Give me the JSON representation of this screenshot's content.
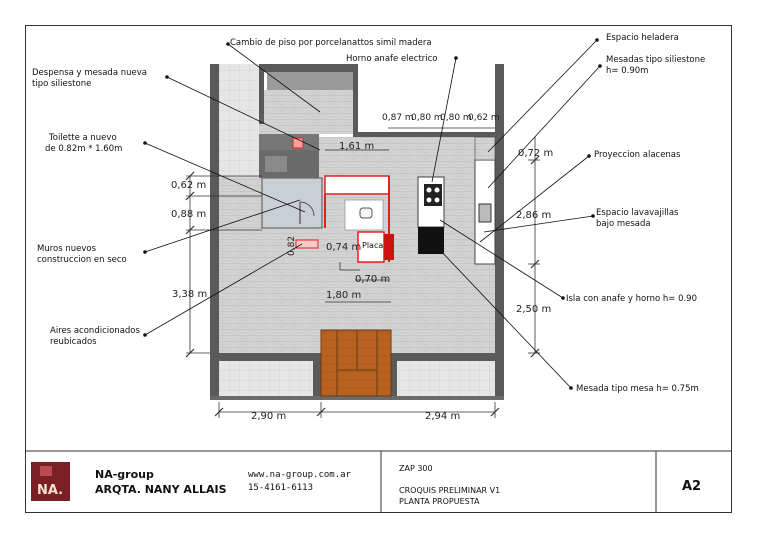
{
  "annotations": {
    "cambio_piso": "Cambio de piso por porcelanattos simil madera",
    "horno": "Horno anafe electrico",
    "despensa_l1": "Despensa y mesada nueva",
    "despensa_l2": "tipo siliestone",
    "toilette_l1": "Toilette a nuevo",
    "toilette_l2": "de 0.82m * 1.60m",
    "muros_l1": "Muros nuevos",
    "muros_l2": "construccion en seco",
    "aires_l1": "Aires acondicionados",
    "aires_l2": "reubicados",
    "heladera": "Espacio heladera",
    "mesadas_l1": "Mesadas tipo siliestone",
    "mesadas_l2": "h= 0.90m",
    "alacenas": "Proyeccion alacenas",
    "lavavajillas_l1": "Espacio lavavajillas",
    "lavavajillas_l2": "bajo mesada",
    "isla": "Isla con anafe y horno h= 0.90",
    "mesada_mesa": "Mesada tipo mesa h= 0.75m",
    "placard": "Placa"
  },
  "dimensions": {
    "d161": "1,61 m",
    "d087": "0,87 m",
    "d080a": "0,80 m",
    "d080b": "0,80 m",
    "d062top": "0,62 m",
    "d072": "0,72 m",
    "d286": "2,86 m",
    "d250": "2,50 m",
    "d062": "0,62 m",
    "d088": "0,88 m",
    "d338": "3,38 m",
    "d074": "0,74 m",
    "d082": "0,82",
    "d070": "0,70 m",
    "d180": "1,80 m",
    "d290": "2,90 m",
    "d294": "2,94 m"
  },
  "title_block": {
    "logo_text": "NA.",
    "company": "NA-group",
    "architect": "ARQTA. NANY ALLAIS",
    "website": "www.na-group.com.ar",
    "phone": "15-4161-6113",
    "project": "ZAP 300",
    "desc_l1": "CROQUIS PRELIMINAR V1",
    "desc_l2": "PLANTA PROPUESTA",
    "sheet": "A2"
  },
  "colors": {
    "wall": "#5a5a5a",
    "floor": "#cfcfcf",
    "wood": "#b5621e",
    "accent_red": "#e02020",
    "logo_bg": "#7a1f24"
  }
}
